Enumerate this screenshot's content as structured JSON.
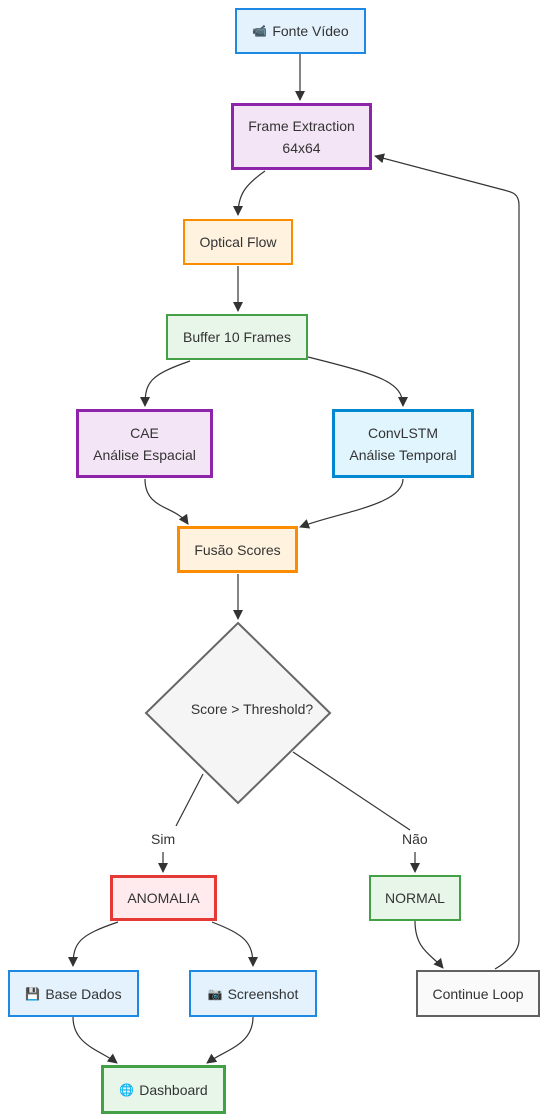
{
  "nodes": {
    "fonte_video": {
      "icon": "video-camera-icon",
      "glyph": "📹",
      "label": "Fonte Vídeo"
    },
    "frame_extraction": {
      "line1": "Frame Extraction",
      "line2": "64x64"
    },
    "optical_flow": {
      "label": "Optical Flow"
    },
    "buffer": {
      "label": "Buffer 10 Frames"
    },
    "cae": {
      "line1": "CAE",
      "line2": "Análise Espacial"
    },
    "convlstm": {
      "line1": "ConvLSTM",
      "line2": "Análise Temporal"
    },
    "fusao": {
      "label": "Fusão Scores"
    },
    "decision": {
      "label": "Score > Threshold?"
    },
    "anomalia": {
      "label": "ANOMALIA"
    },
    "normal": {
      "label": "NORMAL"
    },
    "base_dados": {
      "icon": "floppy-disk-icon",
      "glyph": "💾",
      "label": "Base Dados"
    },
    "screenshot": {
      "icon": "camera-icon",
      "glyph": "📷",
      "label": "Screenshot"
    },
    "continue_loop": {
      "label": "Continue Loop"
    },
    "dashboard": {
      "icon": "globe-icon",
      "glyph": "🌐",
      "label": "Dashboard"
    }
  },
  "edge_labels": {
    "yes": "Sim",
    "no": "Não"
  },
  "colors": {
    "edge": "#333333",
    "diamond_fill": "#f5f5f5",
    "diamond_stroke": "#666666"
  }
}
